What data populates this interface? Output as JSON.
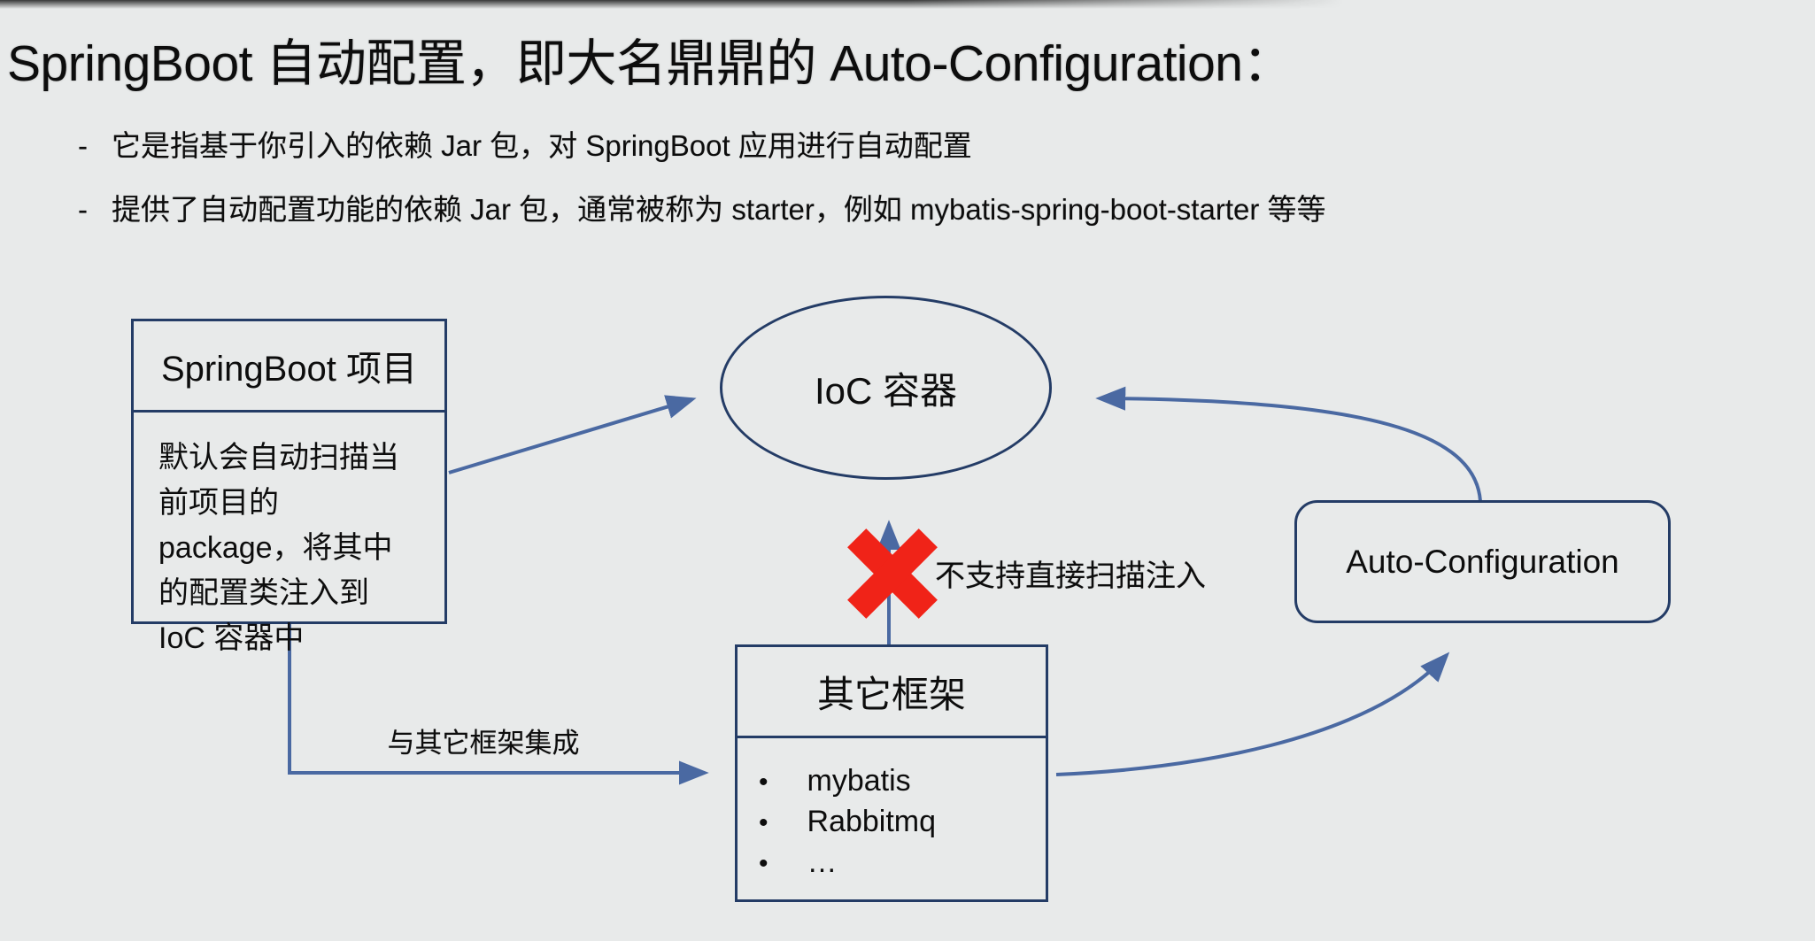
{
  "title": "SpringBoot 自动配置，即大名鼎鼎的 Auto-Configuration：",
  "bullets": [
    {
      "marker": "-",
      "text": "它是指基于你引入的依赖 Jar 包，对 SpringBoot 应用进行自动配置"
    },
    {
      "marker": "-",
      "text": "提供了自动配置功能的依赖 Jar 包，通常被称为 starter，例如 mybatis-spring-boot-starter 等等"
    }
  ],
  "diagram": {
    "springboot_box": {
      "title": "SpringBoot 项目",
      "body": "默认会自动扫描当前项目的 package，将其中的配置类注入到 IoC 容器中"
    },
    "ioc_ellipse": {
      "label": "IoC 容器"
    },
    "auto_config_box": {
      "label": "Auto-Configuration"
    },
    "frameworks_box": {
      "title": "其它框架",
      "bullet_char": "•",
      "items": [
        "mybatis",
        "Rabbitmq",
        "…"
      ]
    },
    "edges": {
      "integration_label": "与其它框架集成",
      "no_scan_label": "不支持直接扫描注入"
    }
  },
  "colors": {
    "background": "#e8eaea",
    "box_border": "#243c66",
    "arrow_blue": "#4a69a2",
    "cross_red": "#f02318",
    "text": "#0d0d0d"
  }
}
